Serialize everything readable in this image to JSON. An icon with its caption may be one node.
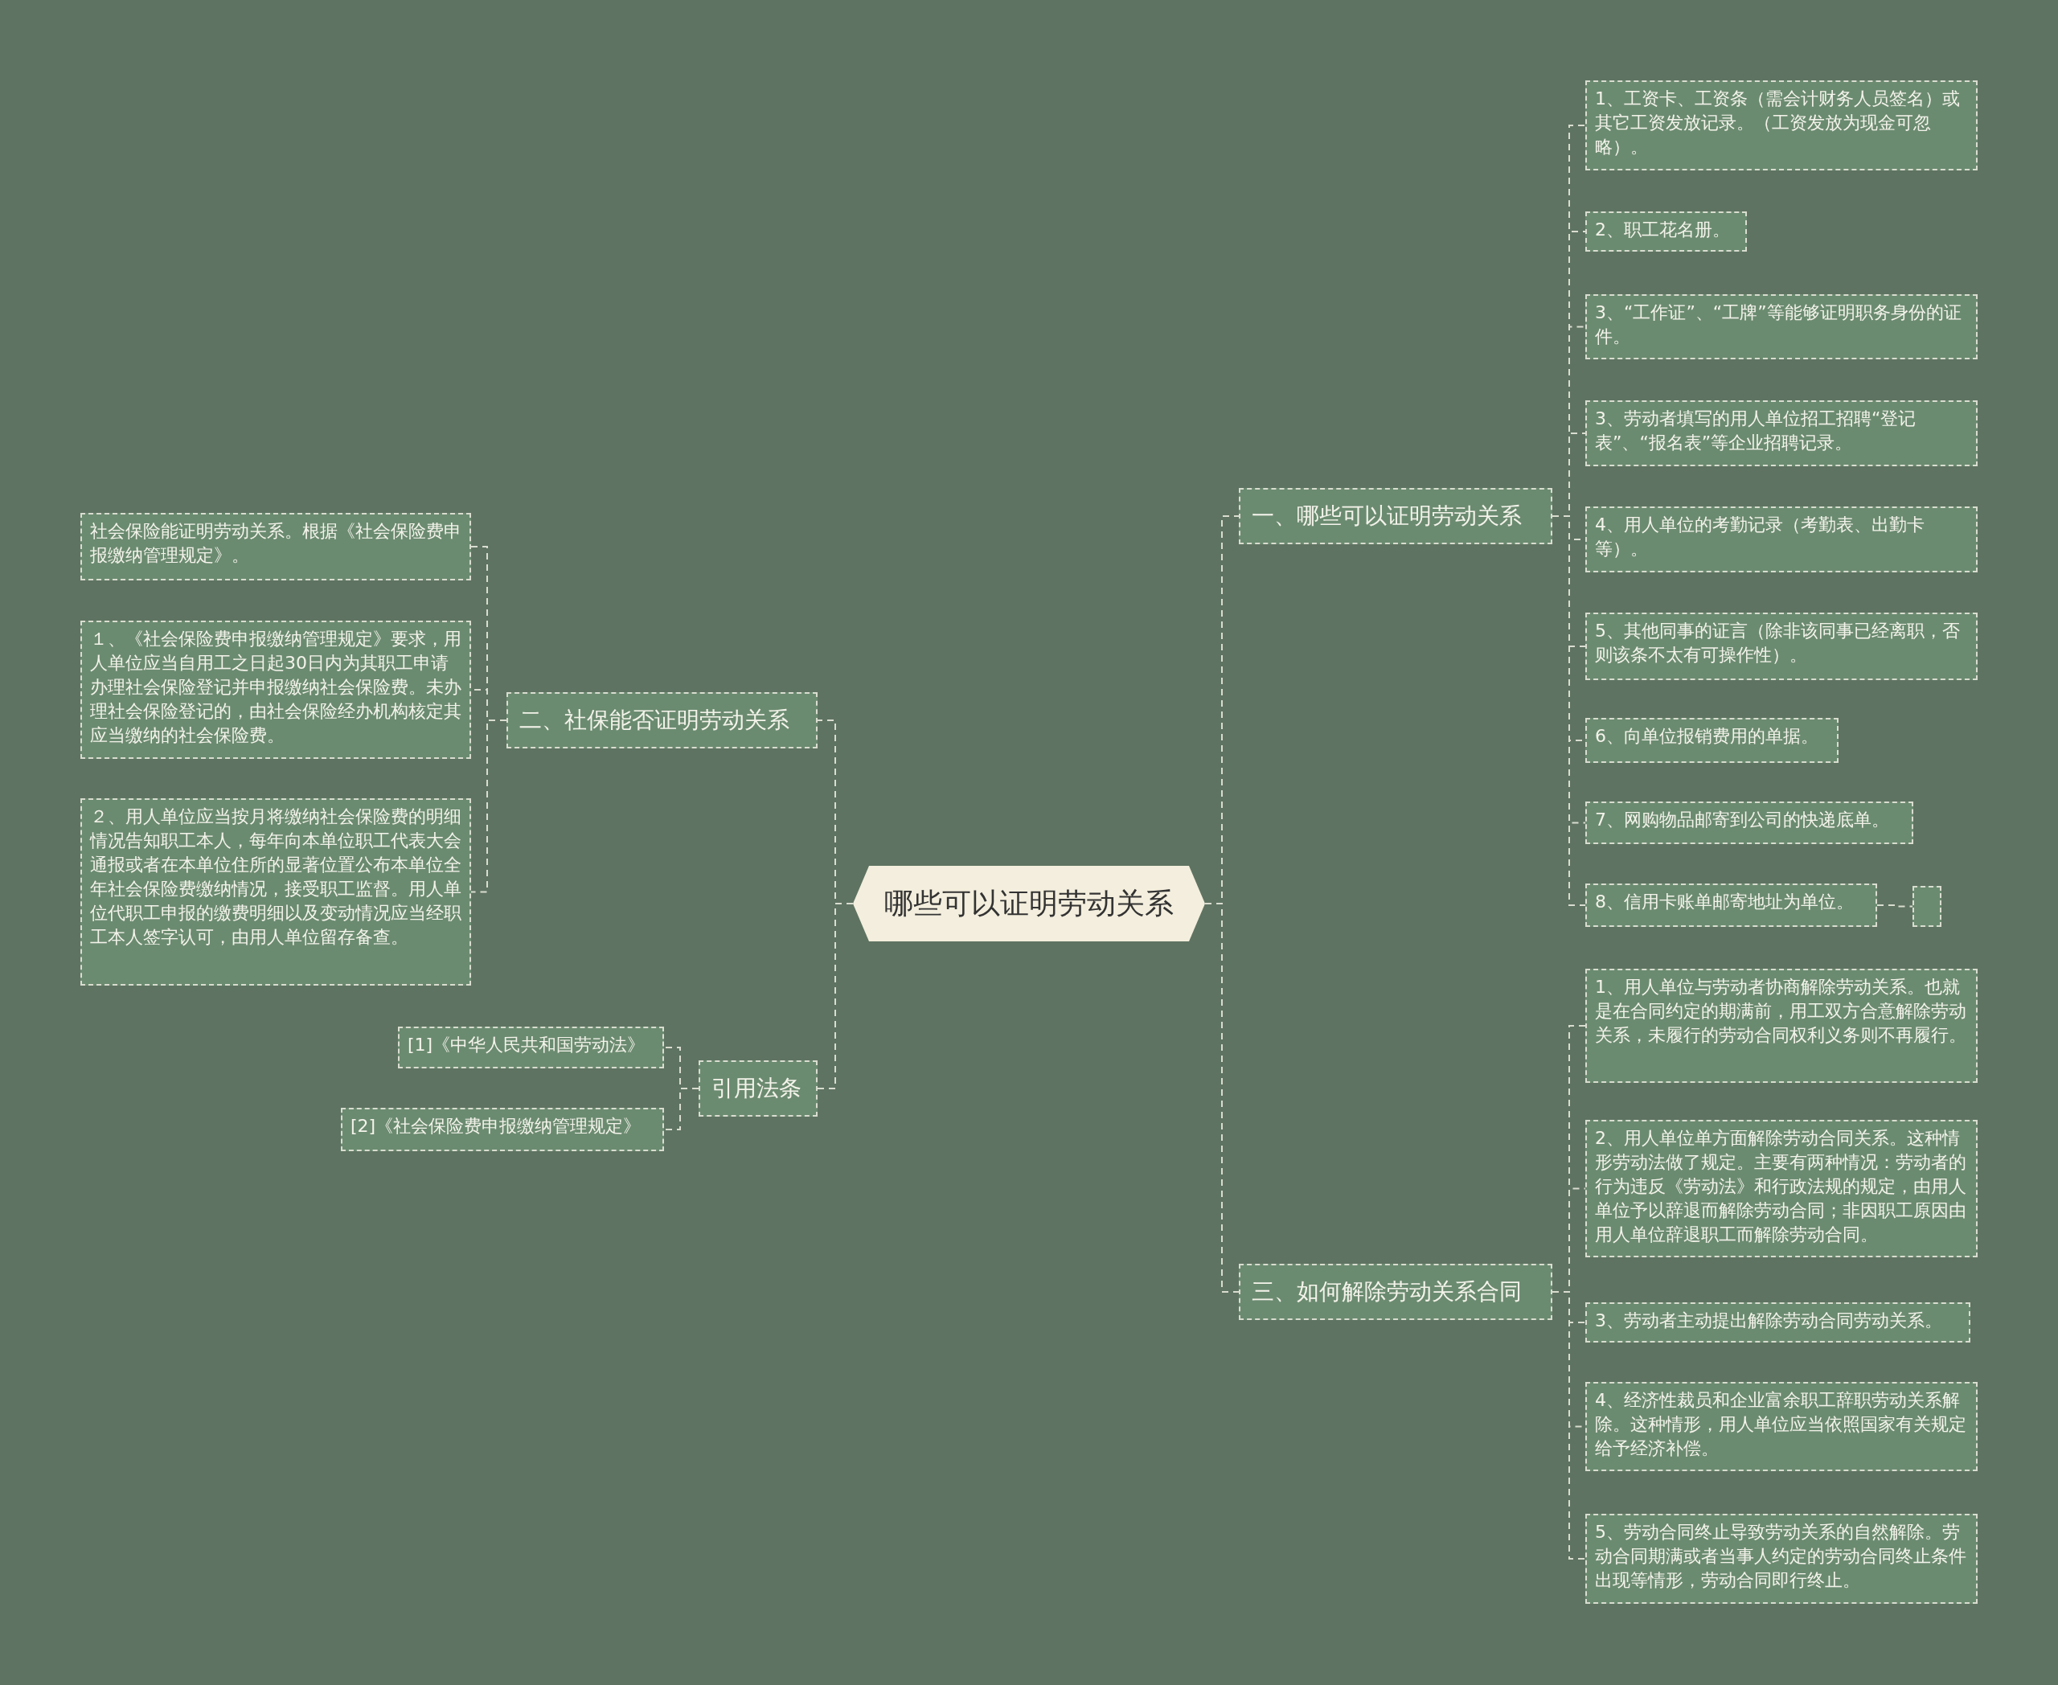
{
  "diagram": {
    "nodes": [
      {
        "text": [
          "哪些可以证明劳动关系"
        ]
      },
      {
        "text": [
          "一、哪些可以证明劳动关系"
        ]
      },
      {
        "text": [
          "1、工资卡、工资条（需会计财务人员签名）或其它工资发放记录。（工资发放为现金可忽略）。"
        ]
      },
      {
        "text": [
          "2、职工花名册。"
        ]
      },
      {
        "text": [
          "3、“工作证”、“工牌”等能够证明职务身份的证件。"
        ]
      },
      {
        "text": [
          "3、劳动者填写的用人单位招工招聘“登记表”、“报名表”等企业招聘记录。"
        ]
      },
      {
        "text": [
          "4、用人单位的考勤记录（考勤表、出勤卡等）。"
        ]
      },
      {
        "text": [
          "5、其他同事的证言（除非该同事已经离职，否则该条不太有可操作性）。"
        ]
      },
      {
        "text": [
          "6、向单位报销费用的单据。"
        ]
      },
      {
        "text": [
          "7、网购物品邮寄到公司的快递底单。"
        ]
      },
      {
        "text": [
          "8、信用卡账单邮寄地址为单位。"
        ]
      },
      {
        "text": [],
        "shape": "box"
      },
      {
        "text": [
          "三、如何解除劳动关系合同"
        ]
      },
      {
        "text": [
          "1、用人单位与劳动者协商解除劳动关系。也就是在合同约定的期满前，用工双方合意解除劳动关系，未履行的劳动合同权利义务则不再履行。"
        ]
      },
      {
        "text": [
          "2、用人单位单方面解除劳动合同关系。这种情形劳动法做了规定。主要有两种情况：劳动者的行为违反《劳动法》和行政法规的规定，由用人单位予以辞退而解除劳动合同；非因职工原因由用人单位辞退职工而解除劳动合同。"
        ]
      },
      {
        "text": [
          "3、劳动者主动提出解除劳动合同劳动关系。"
        ]
      },
      {
        "text": [
          "4、经济性裁员和企业富余职工辞职劳动关系解除。这种情形，用人单位应当依照国家有关规定给予经济补偿。"
        ]
      },
      {
        "text": [
          "5、劳动合同终止导致劳动关系的自然解除。劳动合同期满或者当事人约定的劳动合同终止条件出现等情形，劳动合同即行终止。"
        ]
      },
      {
        "text": [
          "二、社保能否证明劳动关系"
        ]
      },
      {
        "text": [
          "社会保险能证明劳动关系。根据《社会保险费申报缴纳管理规定》。"
        ]
      },
      {
        "text": [
          "１、《社会保险费申报缴纳管理规定》要求，用人单位应当自用工之日起30日内为其职工申请办理社会保险登记并申报缴纳社会保险费。未办理社会保险登记的，由社会保险经办机构核定其应当缴纳的社会保险费。"
        ]
      },
      {
        "text": [
          "２、用人单位应当按月将缴纳社会保险费的明细情况告知职工本人，每年向本单位职工代表大会通报或者在本单位住所的显著位置公布本单位全年社会保险费缴纳情况，接受职工监督。用人单位代职工申报的缴费明细以及变动情况应当经职工本人签字认可，由用人单位留存备查。"
        ]
      },
      {
        "text": [
          "引用法条"
        ]
      },
      {
        "text": [
          "[1]《中华人民共和国劳动法》"
        ]
      },
      {
        "text": [
          "[2]《社会保险费申报缴纳管理规定》"
        ]
      }
    ],
    "edges": [
      {
        "from": 0,
        "to": 1,
        "arrow": "none"
      },
      {
        "from": 0,
        "to": 12,
        "arrow": "none"
      },
      {
        "from": 0,
        "to": 18,
        "arrow": "none"
      },
      {
        "from": 0,
        "to": 22,
        "arrow": "none"
      },
      {
        "from": 1,
        "to": 2,
        "arrow": "none"
      },
      {
        "from": 1,
        "to": 3,
        "arrow": "none"
      },
      {
        "from": 1,
        "to": 4,
        "arrow": "none"
      },
      {
        "from": 1,
        "to": 5,
        "arrow": "none"
      },
      {
        "from": 1,
        "to": 6,
        "arrow": "none"
      },
      {
        "from": 1,
        "to": 7,
        "arrow": "none"
      },
      {
        "from": 1,
        "to": 8,
        "arrow": "none"
      },
      {
        "from": 1,
        "to": 9,
        "arrow": "none"
      },
      {
        "from": 1,
        "to": 10,
        "arrow": "none"
      },
      {
        "from": 10,
        "to": 11,
        "arrow": "none"
      },
      {
        "from": 12,
        "to": 13,
        "arrow": "none"
      },
      {
        "from": 12,
        "to": 14,
        "arrow": "none"
      },
      {
        "from": 12,
        "to": 15,
        "arrow": "none"
      },
      {
        "from": 12,
        "to": 16,
        "arrow": "none"
      },
      {
        "from": 12,
        "to": 17,
        "arrow": "none"
      },
      {
        "from": 18,
        "to": 19,
        "arrow": "none"
      },
      {
        "from": 18,
        "to": 20,
        "arrow": "none"
      },
      {
        "from": 18,
        "to": 21,
        "arrow": "none"
      },
      {
        "from": 22,
        "to": 23,
        "arrow": "none"
      },
      {
        "from": 22,
        "to": 24,
        "arrow": "none"
      }
    ]
  }
}
